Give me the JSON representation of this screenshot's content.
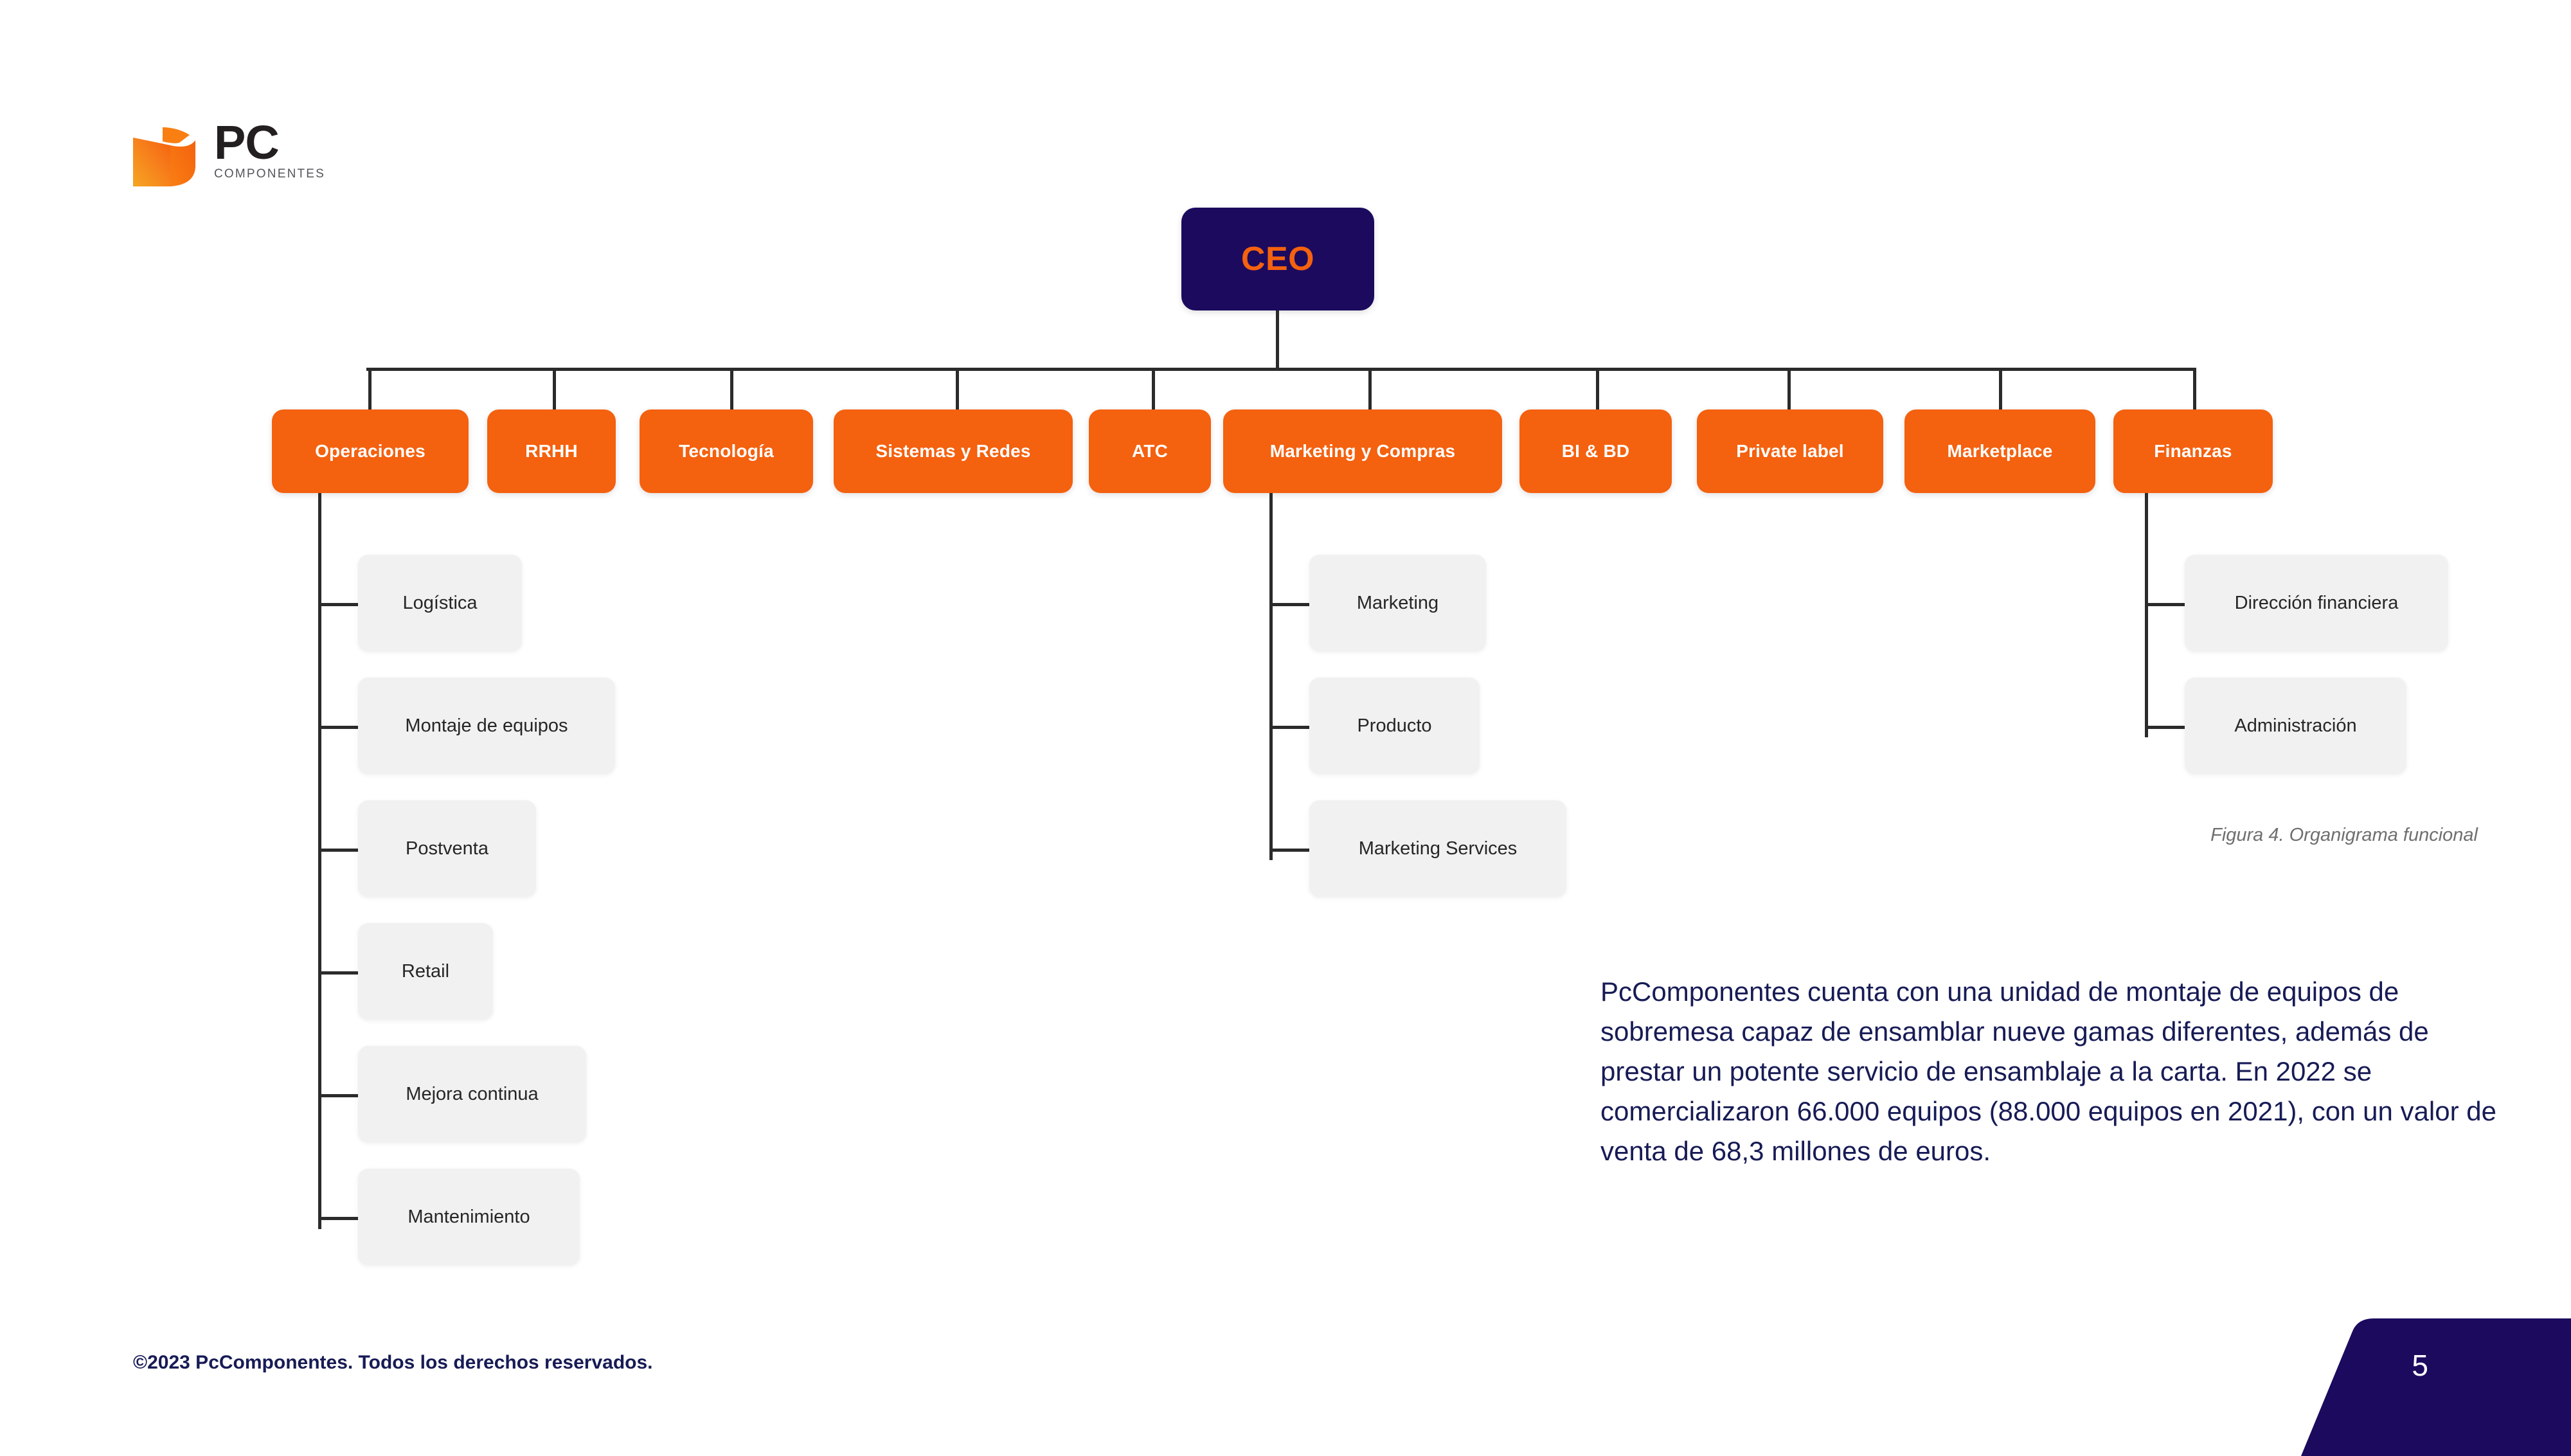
{
  "brand": {
    "logo_name": "pccomponentes-logo",
    "logo_text_primary": "PC",
    "logo_text_secondary": "COMPONENTES",
    "orange": "#f4610f",
    "navy": "#1c0a5e",
    "grey_box": "#f1f1f1",
    "text_navy": "#171b55"
  },
  "chart_data": {
    "type": "diagram",
    "title": "Organigrama funcional",
    "root": {
      "label": "CEO"
    },
    "departments": [
      {
        "label": "Operaciones"
      },
      {
        "label": "RRHH"
      },
      {
        "label": "Tecnología"
      },
      {
        "label": "Sistemas y Redes"
      },
      {
        "label": "ATC"
      },
      {
        "label": "Marketing y Compras"
      },
      {
        "label": "BI & BD"
      },
      {
        "label": "Private label"
      },
      {
        "label": "Marketplace"
      },
      {
        "label": "Finanzas"
      }
    ],
    "branches": [
      {
        "parent": "Operaciones",
        "children": [
          "Logística",
          "Montaje de equipos",
          "Postventa",
          "Retail",
          "Mejora continua",
          "Mantenimiento"
        ]
      },
      {
        "parent": "Marketing y Compras",
        "children": [
          "Marketing",
          "Producto",
          "Marketing Services"
        ]
      },
      {
        "parent": "Finanzas",
        "children": [
          "Dirección financiera",
          "Administración"
        ]
      }
    ]
  },
  "org": {
    "ceo": "CEO",
    "departments": [
      "Operaciones",
      "RRHH",
      "Tecnología",
      "Sistemas y Redes",
      "ATC",
      "Marketing y Compras",
      "BI & BD",
      "Private label",
      "Marketplace",
      "Finanzas"
    ],
    "operaciones_children": [
      "Logística",
      "Montaje de equipos",
      "Postventa",
      "Retail",
      "Mejora continua",
      "Mantenimiento"
    ],
    "marketing_children": [
      "Marketing",
      "Producto",
      "Marketing Services"
    ],
    "finanzas_children": [
      "Dirección financiera",
      "Administración"
    ]
  },
  "caption": "Figura 4. Organigrama funcional",
  "body_text": "PcComponentes cuenta con una unidad de montaje de equipos de sobremesa capaz de ensamblar nueve gamas diferentes, además de prestar un potente servicio de ensamblaje a la carta. En 2022 se comercializaron 66.000 equipos (88.000 equipos en 2021), con un valor de venta de 68,3 millones de euros.",
  "footer": "©2023 PcComponentes. Todos los derechos reservados.",
  "page_number": "5"
}
